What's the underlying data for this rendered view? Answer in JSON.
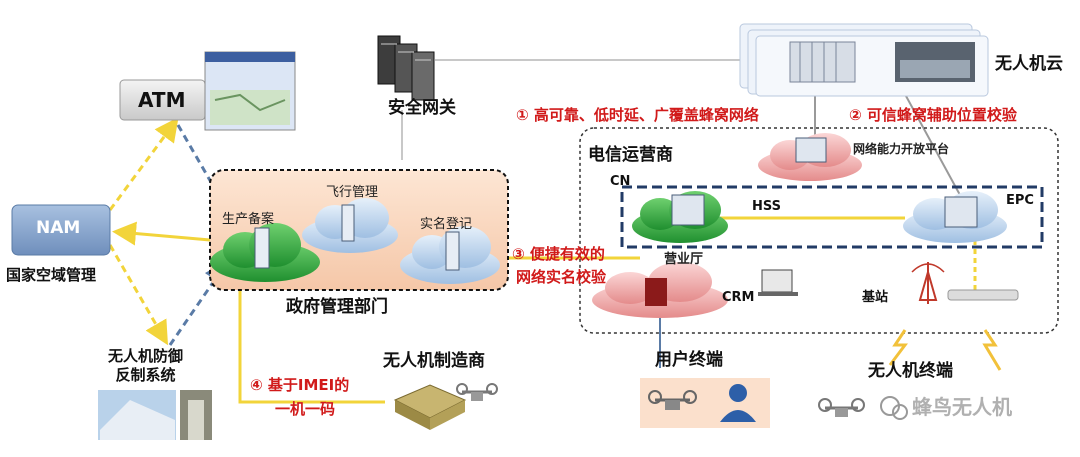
{
  "labels": {
    "atm": "ATM",
    "nam": "NAM",
    "nam_caption": "国家空域管理",
    "defense": "无人机防御\n反制系统",
    "security_gateway": "安全网关",
    "uav_cloud": "无人机云",
    "gov_dept": "政府管理部门",
    "flight_mgmt": "飞行管理",
    "production_reg": "生产备案",
    "realname_reg": "实名登记",
    "telecom": "电信运营商",
    "open_platform": "网络能力开放平台",
    "cn": "CN",
    "hss": "HSS",
    "epc": "EPC",
    "business_hall": "营业厅",
    "crm": "CRM",
    "base_station": "基站",
    "user_terminal": "用户终端",
    "uav_terminal": "无人机终端",
    "uav_maker": "无人机制造商",
    "watermark": "蜂鸟无人机"
  },
  "annotations": {
    "a1": "① 高可靠、低时延、广覆盖蜂窝网络",
    "a2": "② 可信蜂窝辅助位置校验",
    "a3_line1": "③ 便捷有效的",
    "a3_line2": "网络实名校验",
    "a4_line1": "④ 基于IMEI的",
    "a4_line2": "一机一码"
  },
  "colors": {
    "red_text": "#d11a1a",
    "yellow_link": "#f2d43a",
    "blue_dash": "#5a7ba6",
    "green_cloud": "#3fb04a",
    "blue_cloud": "#b8d3ee",
    "red_cloud": "#f2b1b1",
    "nav_box": "#8ba7cc"
  },
  "icons": {
    "server": "server-rack-icon",
    "cloud": "cloud-icon",
    "antenna": "antenna-tower-icon",
    "drone": "drone-icon",
    "user": "user-avatar-icon",
    "wechat": "wechat-logo-icon"
  }
}
